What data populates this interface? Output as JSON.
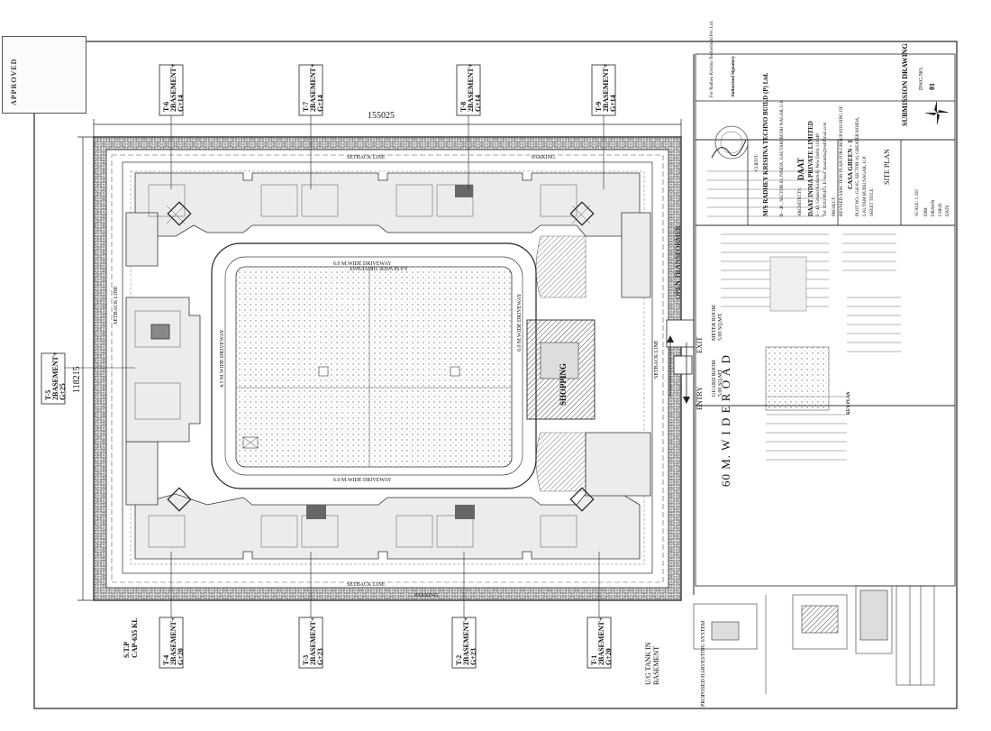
{
  "drawing": {
    "overall_width": "155025",
    "overall_depth": "118215",
    "road": "60 M. W I D E  R O A D",
    "entry": "ENTRY",
    "exit": "EXIT",
    "guard_room": "GUARD ROOM",
    "guard_room_area": "5.00 SQ.MT.",
    "meter_room": "METER ROOM",
    "meter_room_area": "5.00 SQ.MT.",
    "open_transformer": "OPEN TRANSFORMER",
    "shopping": "SHOPPING",
    "setback": "SETBACK LINE",
    "parking": "PARKING",
    "driveway_6m": "6.0 M.WIDE DRIVEWAY",
    "driveway_45m": "4.5 M.WIDE DRIVEWAY",
    "stp": "S.T.P",
    "stp_cap": "CAP-635 KL",
    "ugt": "U/G TANK IN BASEMENT",
    "rainwater": "PROPOSED HARVESTING SYSTEM",
    "stamp_approved": "APPROVED"
  },
  "towers_top": [
    {
      "id": "T-6",
      "spec": "2BASEMENT+",
      "floors": "G+14"
    },
    {
      "id": "T-7",
      "spec": "2BASEMENT+",
      "floors": "G+14"
    },
    {
      "id": "T-8",
      "spec": "2BASEMENT+",
      "floors": "G+14"
    },
    {
      "id": "T-9",
      "spec": "2BASEMENT+",
      "floors": "G+14"
    }
  ],
  "towers_bottom": [
    {
      "id": "T-4",
      "spec": "2BASEMENT+",
      "floors": "G+20"
    },
    {
      "id": "T-3",
      "spec": "2BASEMENT+",
      "floors": "G+23"
    },
    {
      "id": "T-2",
      "spec": "2BASEMENT+",
      "floors": "G+23"
    },
    {
      "id": "T-1",
      "spec": "2BASEMENT+",
      "floors": "G+20"
    }
  ],
  "tower_left": {
    "id": "T-5",
    "spec": "2BASEMENT+",
    "floors": "G+25"
  },
  "title_block": {
    "client_label": "CLIENT:",
    "client": "M/S RADHEY KRISHNA TECHNO BUILD (P) Ltd.",
    "client_address": "B - 49 , SECTOR 63, NOIDA, GAUTAM BUDH NAGAR, U.P.",
    "signatory_for": "For Radhey Krishna Technobuild Pvt. Ltd.",
    "signatory": "Authorised Signatory",
    "architects_label": "ARCHITECTS:",
    "architect_logo": "DAAT",
    "architect": "DAAT INDIA PRIVATE LIMITED",
    "architect_address": "S - 43, Greater Kailash-II, New Delhi-110048",
    "architect_contact": "Tel: 4163-86415, E-mail :daatindia@rediffmail.com",
    "project_label": "PROJECT:",
    "project_desc": "REVISED SANCTION PLAN FOR GROUP HOUSING OF",
    "project_name": "CASA GREEN - 1",
    "plot": "PLOT NO.- GH-05, SECTOR 16, GREATER NOIDA,",
    "plot_city": "GAUTAM BUDH NAGAR, U.P.",
    "sheet_label": "SHEET TITLE",
    "sheet_title": "SITE PLAN",
    "status": "SUBMISSION DRAWING",
    "dwg_label": "DWG NO.",
    "dwg_no": "01",
    "scale": "SCALE: 1:350",
    "dim": "DIM",
    "drawn": "DRAWN",
    "checked": "CHKD.",
    "date": "DATE",
    "key_plan": "KEY PLAN"
  }
}
